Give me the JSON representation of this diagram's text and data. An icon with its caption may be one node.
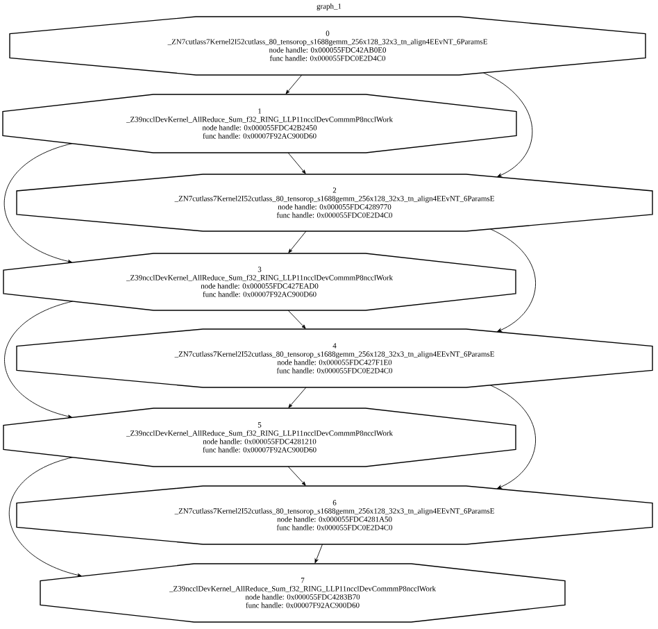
{
  "diagram": {
    "title": "graph_1",
    "nodes": [
      {
        "text": [
          "0",
          "_ZN7cutlass7Kernel2I52cutlass_80_tensorop_s1688gemm_256x128_32x3_tn_align4EEvNT_6ParamsE",
          "node handle: 0x000055FDC42AB0E0",
          "func handle: 0x000055FDC0E2D4C0"
        ]
      },
      {
        "text": [
          "1",
          "_Z39ncclDevKernel_AllReduce_Sum_f32_RING_LLP11ncclDevCommmP8ncclWork",
          "node handle: 0x000055FDC42B2450",
          "func handle: 0x00007F92AC900D60"
        ]
      },
      {
        "text": [
          "2",
          "_ZN7cutlass7Kernel2I52cutlass_80_tensorop_s1688gemm_256x128_32x3_tn_align4EEvNT_6ParamsE",
          "node handle: 0x000055FDC4289770",
          "func handle: 0x000055FDC0E2D4C0"
        ]
      },
      {
        "text": [
          "3",
          "_Z39ncclDevKernel_AllReduce_Sum_f32_RING_LLP11ncclDevCommmP8ncclWork",
          "node handle: 0x000055FDC427EAD0",
          "func handle: 0x00007F92AC900D60"
        ]
      },
      {
        "text": [
          "4",
          "_ZN7cutlass7Kernel2I52cutlass_80_tensorop_s1688gemm_256x128_32x3_tn_align4EEvNT_6ParamsE",
          "node handle: 0x000055FDC427F1E0",
          "func handle: 0x000055FDC0E2D4C0"
        ]
      },
      {
        "text": [
          "5",
          "_Z39ncclDevKernel_AllReduce_Sum_f32_RING_LLP11ncclDevCommmP8ncclWork",
          "node handle: 0x000055FDC4281210",
          "func handle: 0x00007F92AC900D60"
        ]
      },
      {
        "text": [
          "6",
          "_ZN7cutlass7Kernel2I52cutlass_80_tensorop_s1688gemm_256x128_32x3_tn_align4EEvNT_6ParamsE",
          "node handle: 0x000055FDC4281A50",
          "func handle: 0x000055FDC0E2D4C0"
        ]
      },
      {
        "text": [
          "7",
          "_Z39ncclDevKernel_AllReduce_Sum_f32_RING_LLP11ncclDevCommmP8ncclWork",
          "node handle: 0x000055FDC4283B70",
          "func handle: 0x00007F92AC900D60"
        ]
      }
    ],
    "edges": [
      {
        "from": 0,
        "to": 1,
        "arrow": "to"
      },
      {
        "from": 0,
        "to": 2,
        "arrow": "to"
      },
      {
        "from": 1,
        "to": 2,
        "arrow": "to"
      },
      {
        "from": 1,
        "to": 3,
        "arrow": "to"
      },
      {
        "from": 2,
        "to": 3,
        "arrow": "to"
      },
      {
        "from": 2,
        "to": 4,
        "arrow": "to"
      },
      {
        "from": 3,
        "to": 4,
        "arrow": "to"
      },
      {
        "from": 3,
        "to": 5,
        "arrow": "to"
      },
      {
        "from": 4,
        "to": 5,
        "arrow": "to"
      },
      {
        "from": 4,
        "to": 6,
        "arrow": "to"
      },
      {
        "from": 5,
        "to": 6,
        "arrow": "to"
      },
      {
        "from": 5,
        "to": 7,
        "arrow": "to"
      },
      {
        "from": 6,
        "to": 7,
        "arrow": "to"
      }
    ]
  }
}
